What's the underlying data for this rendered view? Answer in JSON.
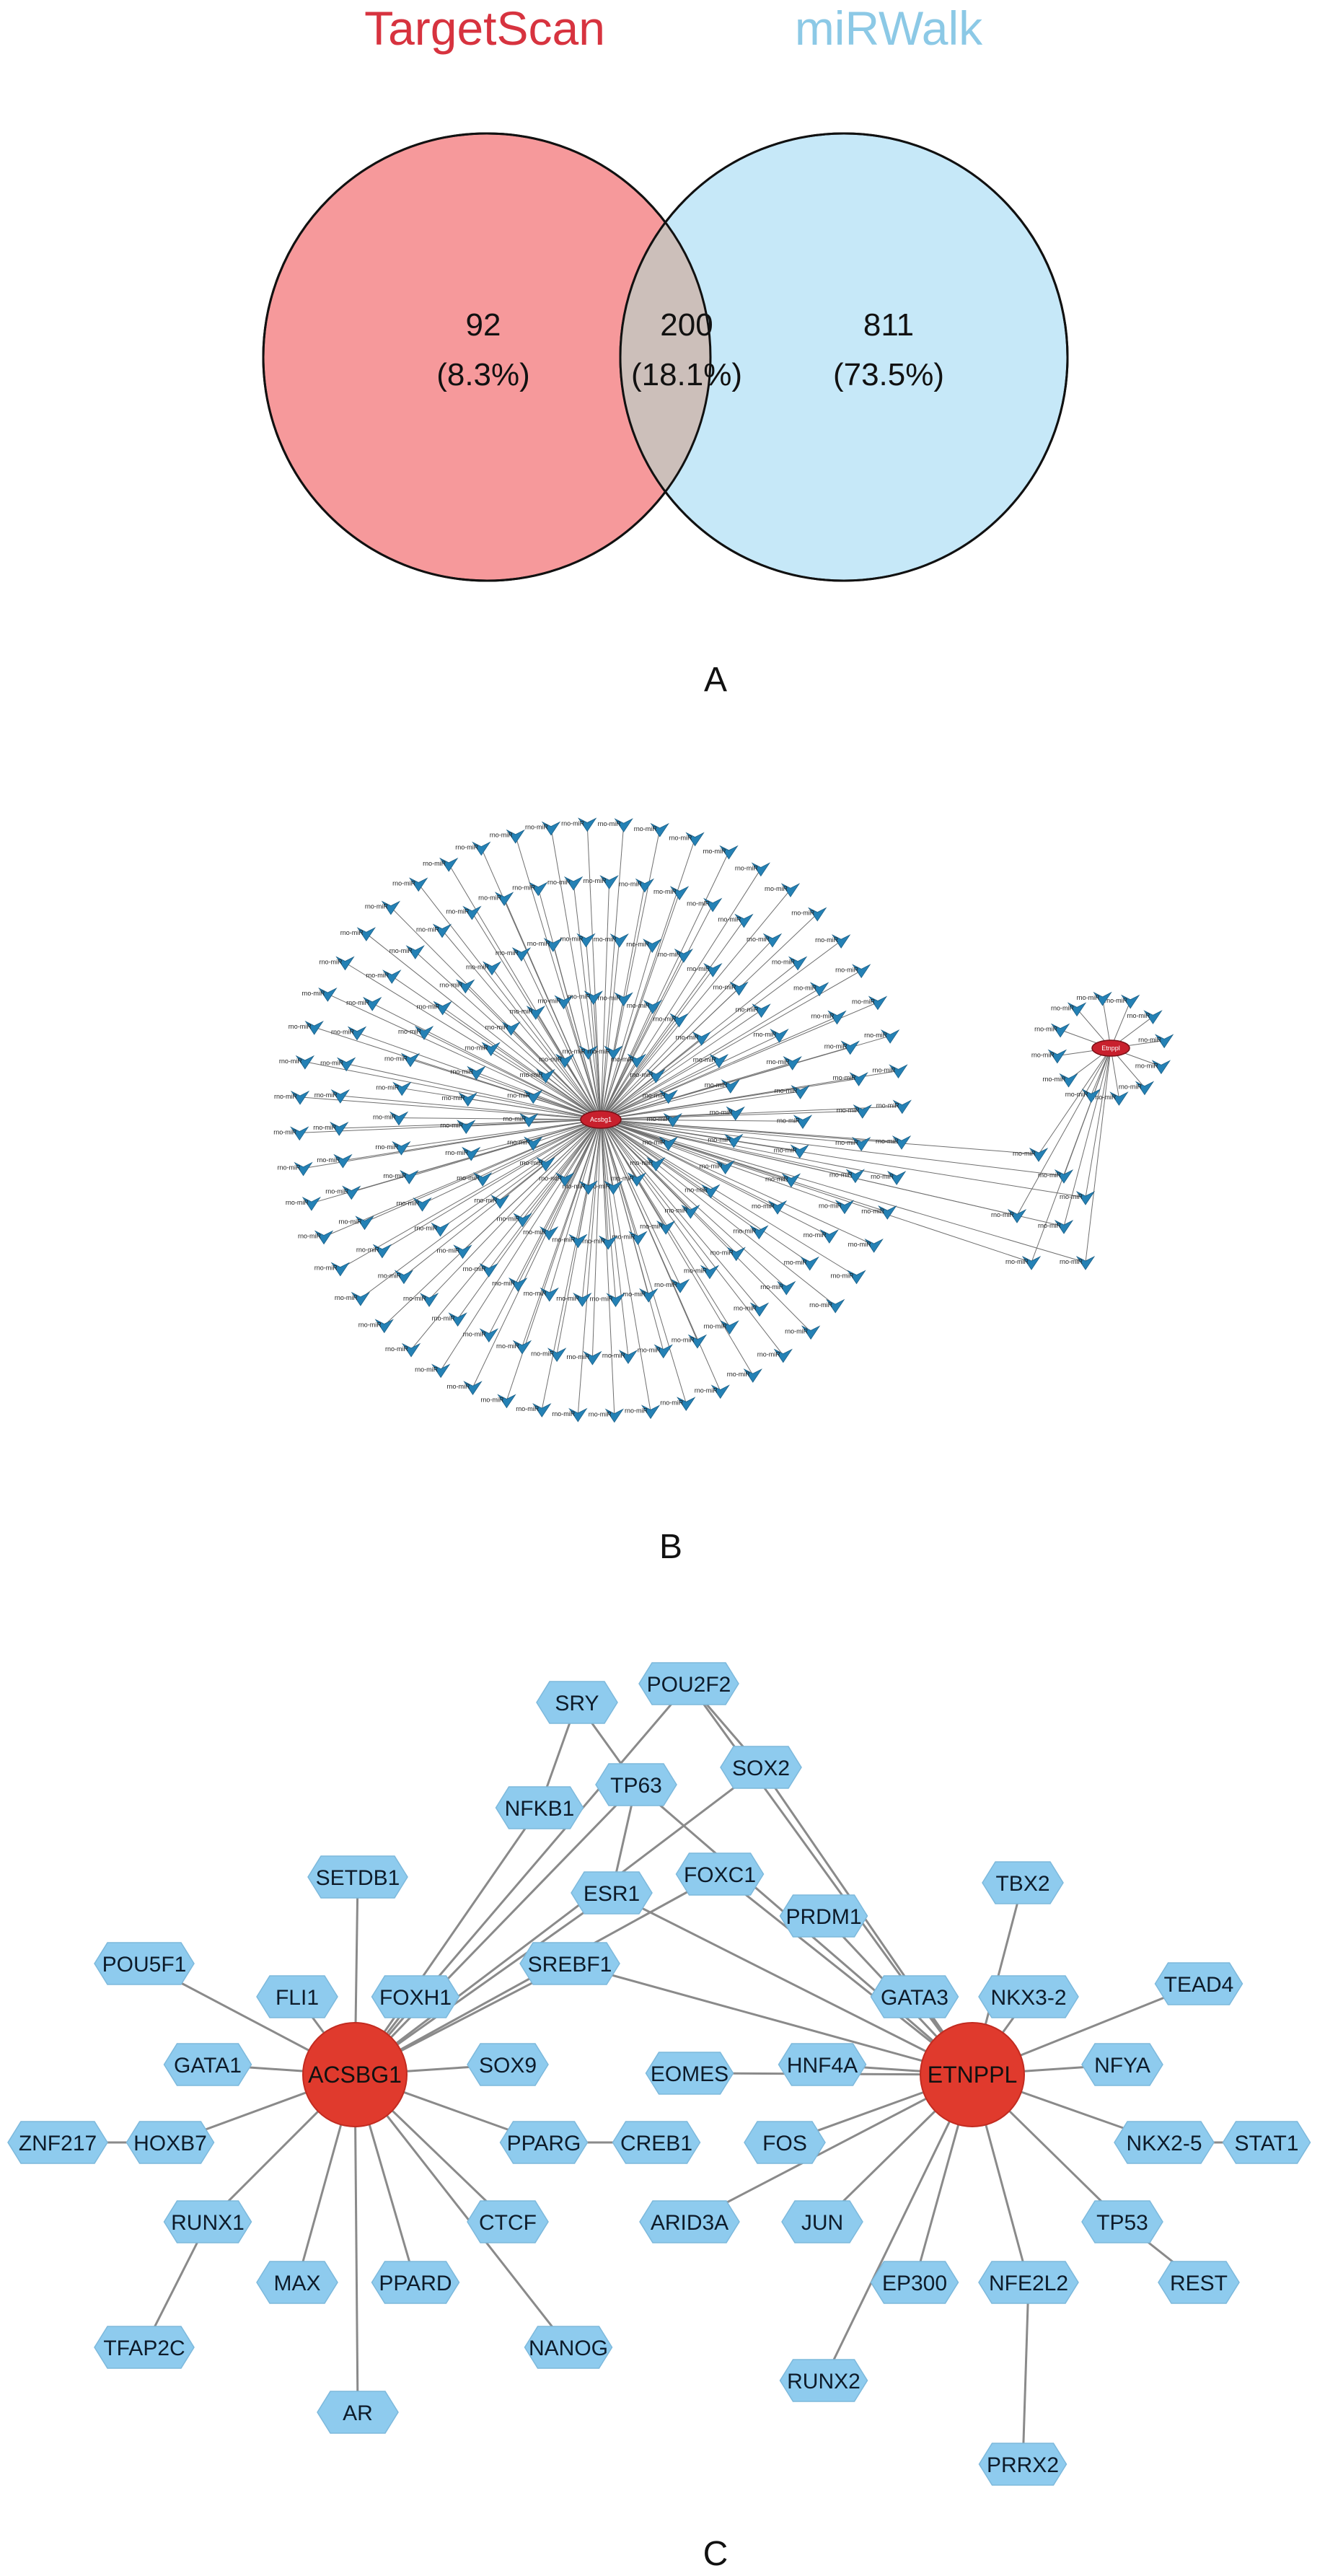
{
  "panel_a": {
    "label": "A",
    "sets": [
      {
        "name": "TargetScan",
        "color": "#d7333f",
        "fill": "#f6999b"
      },
      {
        "name": "miRWalk",
        "color": "#8cc9e6",
        "fill": "#c6e8f8"
      }
    ],
    "overlap_fill": "#ccbfba",
    "regions": [
      {
        "id": "targetscan_only",
        "count": "92",
        "percent": "(8.3%)"
      },
      {
        "id": "shared",
        "count": "200",
        "percent": "(18.1%)"
      },
      {
        "id": "mirwalk_only",
        "count": "811",
        "percent": "(73.5%)"
      }
    ]
  },
  "panel_b": {
    "label": "B",
    "node_color": "#2481b5",
    "hub_color": "#c8202d",
    "hub_main_label": "Acsbg1",
    "hub_small_label": "Etnppl",
    "main_outer_count": 182,
    "small_outer_count": 12,
    "shared_count": 7
  },
  "panel_c": {
    "label": "C",
    "hub_color": "#e03a2d",
    "node_color": "#8ecbee",
    "edge_color": "#8a8a8a",
    "hubs": [
      {
        "id": "ACSBG1",
        "label": "ACSBG1"
      },
      {
        "id": "ETNPPL",
        "label": "ETNPPL"
      }
    ],
    "nodes": [
      {
        "id": "SRY",
        "label": "SRY"
      },
      {
        "id": "POU2F2",
        "label": "POU2F2"
      },
      {
        "id": "SOX2",
        "label": "SOX2"
      },
      {
        "id": "TP63",
        "label": "TP63"
      },
      {
        "id": "NFKB1",
        "label": "NFKB1"
      },
      {
        "id": "FOXC1",
        "label": "FOXC1"
      },
      {
        "id": "ESR1",
        "label": "ESR1"
      },
      {
        "id": "SETDB1",
        "label": "SETDB1"
      },
      {
        "id": "TBX2",
        "label": "TBX2"
      },
      {
        "id": "PRDM1",
        "label": "PRDM1"
      },
      {
        "id": "SREBF1",
        "label": "SREBF1"
      },
      {
        "id": "POU5F1",
        "label": "POU5F1"
      },
      {
        "id": "FLI1",
        "label": "FLI1"
      },
      {
        "id": "FOXH1",
        "label": "FOXH1"
      },
      {
        "id": "GATA3",
        "label": "GATA3"
      },
      {
        "id": "NKX3-2",
        "label": "NKX3-2"
      },
      {
        "id": "TEAD4",
        "label": "TEAD4"
      },
      {
        "id": "GATA1",
        "label": "GATA1"
      },
      {
        "id": "SOX9",
        "label": "SOX9"
      },
      {
        "id": "EOMES",
        "label": "EOMES"
      },
      {
        "id": "HNF4A",
        "label": "HNF4A"
      },
      {
        "id": "NFYA",
        "label": "NFYA"
      },
      {
        "id": "ZNF217",
        "label": "ZNF217"
      },
      {
        "id": "HOXB7",
        "label": "HOXB7"
      },
      {
        "id": "PPARG",
        "label": "PPARG"
      },
      {
        "id": "CREB1",
        "label": "CREB1"
      },
      {
        "id": "FOS",
        "label": "FOS"
      },
      {
        "id": "NKX2-5",
        "label": "NKX2-5"
      },
      {
        "id": "STAT1",
        "label": "STAT1"
      },
      {
        "id": "RUNX1",
        "label": "RUNX1"
      },
      {
        "id": "CTCF",
        "label": "CTCF"
      },
      {
        "id": "ARID3A",
        "label": "ARID3A"
      },
      {
        "id": "JUN",
        "label": "JUN"
      },
      {
        "id": "TP53",
        "label": "TP53"
      },
      {
        "id": "MAX",
        "label": "MAX"
      },
      {
        "id": "PPARD",
        "label": "PPARD"
      },
      {
        "id": "EP300",
        "label": "EP300"
      },
      {
        "id": "NFE2L2",
        "label": "NFE2L2"
      },
      {
        "id": "REST",
        "label": "REST"
      },
      {
        "id": "TFAP2C",
        "label": "TFAP2C"
      },
      {
        "id": "NANOG",
        "label": "NANOG"
      },
      {
        "id": "RUNX2",
        "label": "RUNX2"
      },
      {
        "id": "AR",
        "label": "AR"
      },
      {
        "id": "PRRX2",
        "label": "PRRX2"
      }
    ],
    "edges": [
      [
        "ACSBG1",
        "SETDB1"
      ],
      [
        "ACSBG1",
        "POU5F1"
      ],
      [
        "ACSBG1",
        "FLI1"
      ],
      [
        "ACSBG1",
        "FOXH1"
      ],
      [
        "ACSBG1",
        "GATA1"
      ],
      [
        "ACSBG1",
        "SOX9"
      ],
      [
        "ACSBG1",
        "HOXB7"
      ],
      [
        "HOXB7",
        "ZNF217"
      ],
      [
        "ACSBG1",
        "PPARG"
      ],
      [
        "PPARG",
        "CREB1"
      ],
      [
        "ACSBG1",
        "RUNX1"
      ],
      [
        "RUNX1",
        "TFAP2C"
      ],
      [
        "ACSBG1",
        "CTCF"
      ],
      [
        "ACSBG1",
        "MAX"
      ],
      [
        "ACSBG1",
        "PPARD"
      ],
      [
        "ACSBG1",
        "NANOG"
      ],
      [
        "ACSBG1",
        "AR"
      ],
      [
        "ACSBG1",
        "SREBF1"
      ],
      [
        "ACSBG1",
        "ESR1"
      ],
      [
        "ACSBG1",
        "NFKB1"
      ],
      [
        "ACSBG1",
        "TP63"
      ],
      [
        "ACSBG1",
        "POU2F2"
      ],
      [
        "ACSBG1",
        "SOX2"
      ],
      [
        "ACSBG1",
        "FOXC1"
      ],
      [
        "SRY",
        "NFKB1"
      ],
      [
        "SRY",
        "TP63"
      ],
      [
        "POU2F2",
        "SOX2"
      ],
      [
        "TP63",
        "ESR1"
      ],
      [
        "ETNPPL",
        "ESR1"
      ],
      [
        "ETNPPL",
        "SREBF1"
      ],
      [
        "ETNPPL",
        "FOXC1"
      ],
      [
        "ETNPPL",
        "PRDM1"
      ],
      [
        "ETNPPL",
        "SOX2"
      ],
      [
        "ETNPPL",
        "POU2F2"
      ],
      [
        "ETNPPL",
        "TP63"
      ],
      [
        "ETNPPL",
        "HNF4A"
      ],
      [
        "ETNPPL",
        "GATA3"
      ],
      [
        "ETNPPL",
        "EOMES"
      ],
      [
        "ETNPPL",
        "TBX2"
      ],
      [
        "ETNPPL",
        "NKX3-2"
      ],
      [
        "ETNPPL",
        "NFYA"
      ],
      [
        "ETNPPL",
        "TEAD4"
      ],
      [
        "ETNPPL",
        "NKX2-5"
      ],
      [
        "NKX2-5",
        "STAT1"
      ],
      [
        "ETNPPL",
        "FOS"
      ],
      [
        "ETNPPL",
        "ARID3A"
      ],
      [
        "ETNPPL",
        "JUN"
      ],
      [
        "ETNPPL",
        "TP53"
      ],
      [
        "TP53",
        "REST"
      ],
      [
        "ETNPPL",
        "EP300"
      ],
      [
        "ETNPPL",
        "NFE2L2"
      ],
      [
        "NFE2L2",
        "PRRX2"
      ],
      [
        "ETNPPL",
        "RUNX2"
      ]
    ]
  }
}
